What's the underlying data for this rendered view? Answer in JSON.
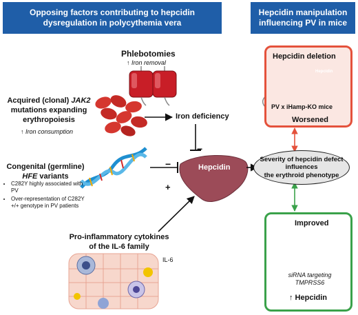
{
  "header": {
    "left_line1": "Opposing factors contributing to hepcidin",
    "left_line2": "dysregulation in polycythemia vera",
    "right_line1": "Hepcidin manipulation",
    "right_line2": "influencing PV in mice"
  },
  "phlebotomies": {
    "title": "Phlebotomies",
    "subtitle": "↑ Iron removal"
  },
  "jak2": {
    "line1": "Acquired (clonal) ",
    "gene": "JAK2",
    "line2": "mutations expanding",
    "line3": "erythropoiesis",
    "note": "↑ Iron consumption"
  },
  "iron_deficiency": {
    "label": "Iron deficiency"
  },
  "hfe": {
    "line1": "Congenital (germline)",
    "gene": "HFE",
    "line2_suffix": " variants",
    "bullets": [
      "C282Y highly associated with PV",
      "Over-representation of C282Y +/+ genotype in PV patients"
    ]
  },
  "hepcidin": {
    "label": "Hepcidin",
    "mini_label": "Hepcidin"
  },
  "signs": {
    "minus_top": "−",
    "minus_left": "−",
    "plus": "+"
  },
  "cytokines": {
    "line1": "Pro-inflammatory cytokines",
    "line2": "of the IL-6 family",
    "il6": "IL-6"
  },
  "severity": {
    "line1": "Severity of hepcidin defect",
    "line2": "influences",
    "line3": "the erythroid phenotype"
  },
  "deletion_box": {
    "title": "Hepcidin deletion",
    "mice": "PV x iHamp-KO mice",
    "outcome": "Worsened"
  },
  "improved_box": {
    "title": "Improved",
    "sirna1": "siRNA targeting",
    "sirna2": "TMPRSS6",
    "outcome": "↑ Hepcidin"
  },
  "colors": {
    "header_blue": "#1f5ea8",
    "red_box": "#e4513b",
    "green_box": "#3aa14a",
    "liver": "#9c4b58",
    "cell_red": "#d5372f"
  }
}
